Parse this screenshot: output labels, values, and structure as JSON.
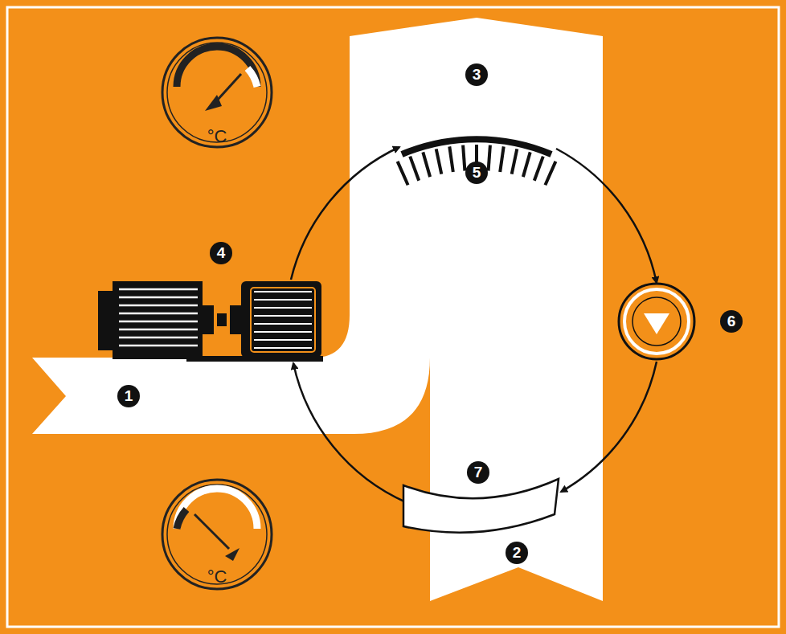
{
  "diagram": {
    "nodes": [
      {
        "text": [
          "4"
        ]
      },
      {
        "text": [
          "5"
        ]
      },
      {
        "text": [
          "6"
        ]
      },
      {
        "text": [
          "7"
        ]
      }
    ],
    "edges": [
      {
        "from": 0,
        "to": 1,
        "arrow": "to"
      },
      {
        "from": 1,
        "to": 2,
        "arrow": "to"
      },
      {
        "from": 2,
        "to": 3,
        "arrow": "to"
      },
      {
        "from": 3,
        "to": 0,
        "arrow": "to"
      }
    ],
    "labels": [
      "1",
      "2",
      "3",
      "°C",
      "°C"
    ]
  }
}
